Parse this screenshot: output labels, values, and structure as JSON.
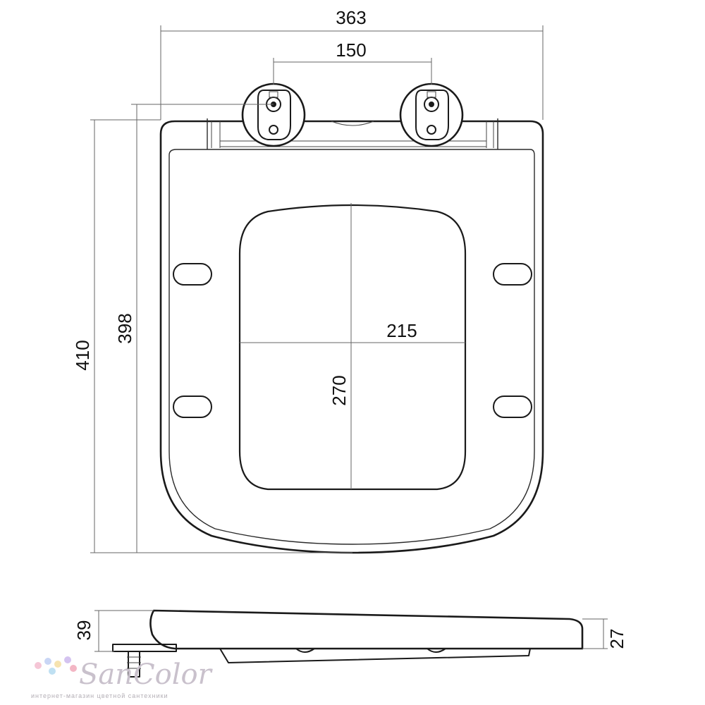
{
  "dimensions": {
    "overall_width": "363",
    "hinge_spacing": "150",
    "overall_length": "410",
    "length_to_hinge": "398",
    "opening_width": "215",
    "opening_length": "270",
    "side_height_rear": "39",
    "side_height_front": "27"
  },
  "watermark": {
    "brand": "SanColor",
    "tagline": "интернет-магазин цветной сантехники",
    "dot_colors": [
      "#f5c6d6",
      "#c9d6f5",
      "#f6e3b0",
      "#d4c3f0",
      "#f3b6c4",
      "#bfe0f2"
    ]
  },
  "colors": {
    "line": "#1a1a1a",
    "dimension": "#666666"
  }
}
